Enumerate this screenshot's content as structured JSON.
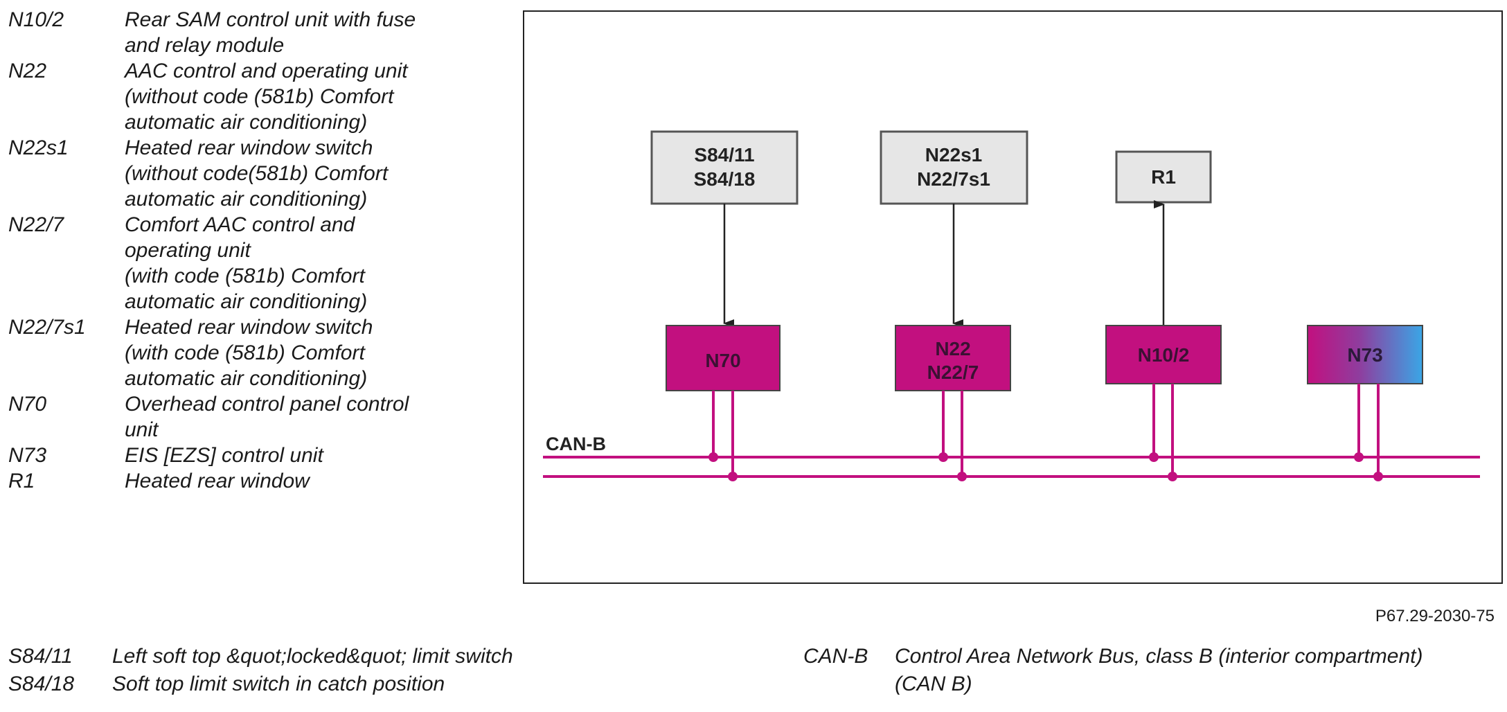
{
  "legend_top": [
    {
      "code": "N10/2",
      "lines": [
        "Rear SAM control unit with fuse",
        "and relay module"
      ]
    },
    {
      "code": "N22",
      "lines": [
        "AAC control and operating unit",
        "(without code (581b) Comfort",
        "automatic air conditioning)"
      ]
    },
    {
      "code": "N22s1",
      "lines": [
        "Heated rear window switch",
        "(without code(581b) Comfort",
        "automatic air conditioning)"
      ]
    },
    {
      "code": "N22/7",
      "lines": [
        "Comfort AAC control and",
        "operating unit",
        "(with code (581b) Comfort",
        "automatic air conditioning)"
      ]
    },
    {
      "code": "N22/7s1",
      "lines": [
        "Heated rear window switch",
        "(with code (581b) Comfort",
        "automatic air conditioning)"
      ]
    },
    {
      "code": "N70",
      "lines": [
        "Overhead control panel control",
        "unit"
      ]
    },
    {
      "code": "N73",
      "lines": [
        "EIS [EZS] control unit"
      ]
    },
    {
      "code": "R1",
      "lines": [
        "Heated rear window"
      ]
    }
  ],
  "diagram": {
    "bus_label": "CAN-B",
    "colors": {
      "gray_box_fill": "#e6e6e6",
      "gray_box_stroke": "#555555",
      "magenta": "#c2107f",
      "blue": "#3aa6e6",
      "frame": "#222222"
    },
    "input_boxes": [
      {
        "lines": [
          "S84/11",
          "S84/18"
        ]
      },
      {
        "lines": [
          "N22s1",
          "N22/7s1"
        ]
      },
      {
        "lines": [
          "R1"
        ]
      }
    ],
    "control_units": [
      {
        "lines": [
          "N70"
        ]
      },
      {
        "lines": [
          "N22",
          "N22/7"
        ]
      },
      {
        "lines": [
          "N10/2"
        ]
      },
      {
        "lines": [
          "N73"
        ]
      }
    ]
  },
  "figure_id": "P67.29-2030-75",
  "legend_bottom_left": [
    {
      "code": "S84/11",
      "desc": "Left soft top &quot;locked&quot; limit switch"
    },
    {
      "code": "S84/18",
      "desc": "Soft top limit switch in catch position"
    }
  ],
  "legend_bottom_right": {
    "code": "CAN-B",
    "lines": [
      "Control Area Network Bus, class B (interior compartment)",
      "(CAN B)"
    ]
  }
}
